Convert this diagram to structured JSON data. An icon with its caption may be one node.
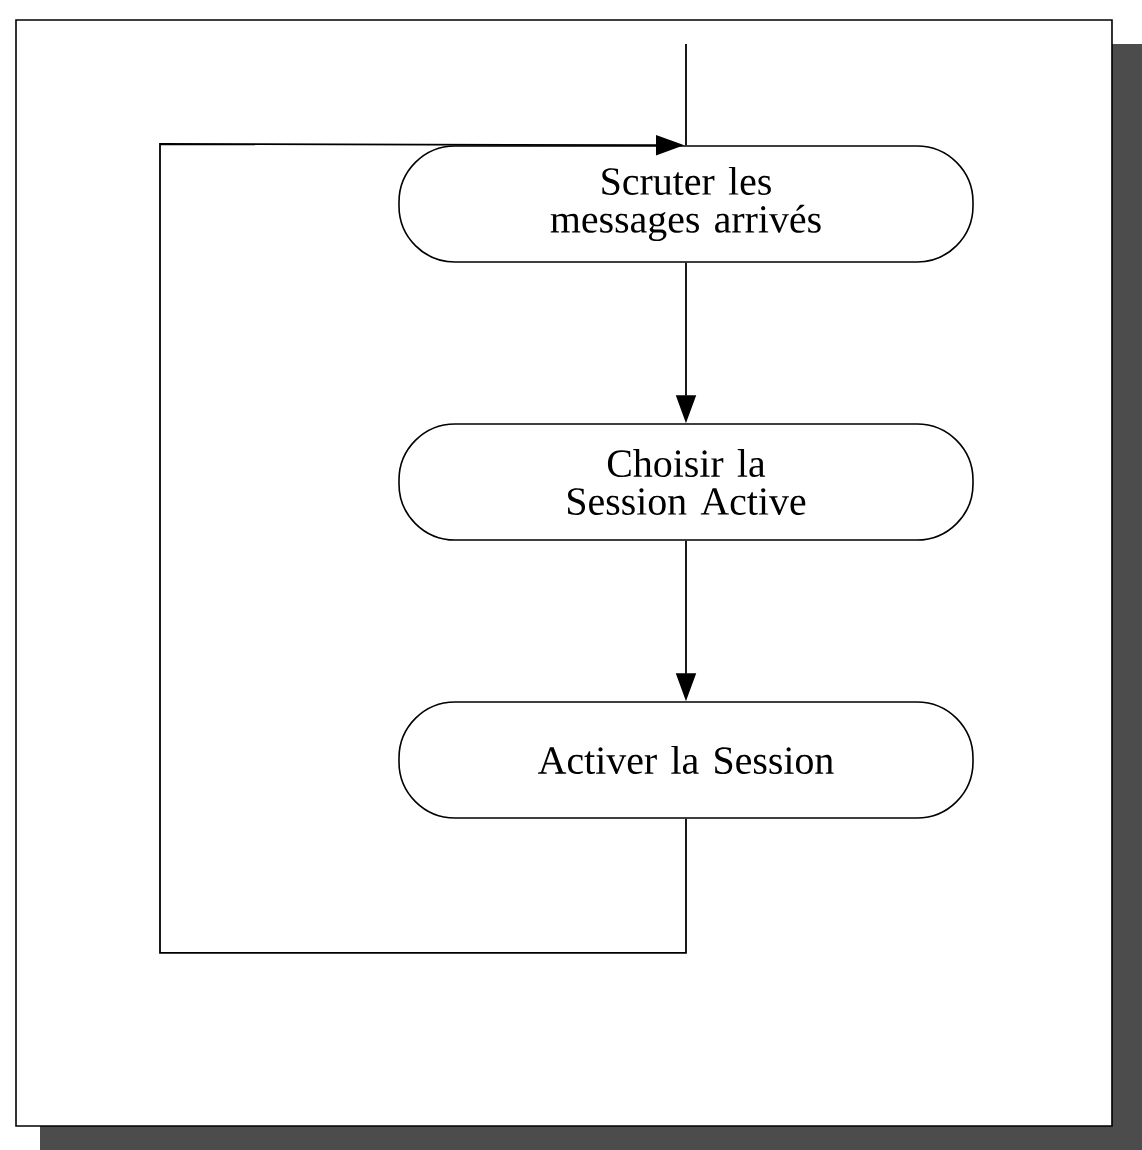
{
  "diagram": {
    "nodes": [
      {
        "text": [
          "Scruter les messages arrivés"
        ]
      },
      {
        "text": [
          "Choisir la Session Active"
        ]
      },
      {
        "text": [
          "Activer la Session"
        ]
      }
    ],
    "edges": [
      {
        "from": null,
        "to": 0,
        "arrow": "none"
      },
      {
        "from": 0,
        "to": 1,
        "arrow": "to"
      },
      {
        "from": 1,
        "to": 2,
        "arrow": "to"
      },
      {
        "from": 2,
        "to": 0,
        "arrow": "to"
      }
    ]
  }
}
